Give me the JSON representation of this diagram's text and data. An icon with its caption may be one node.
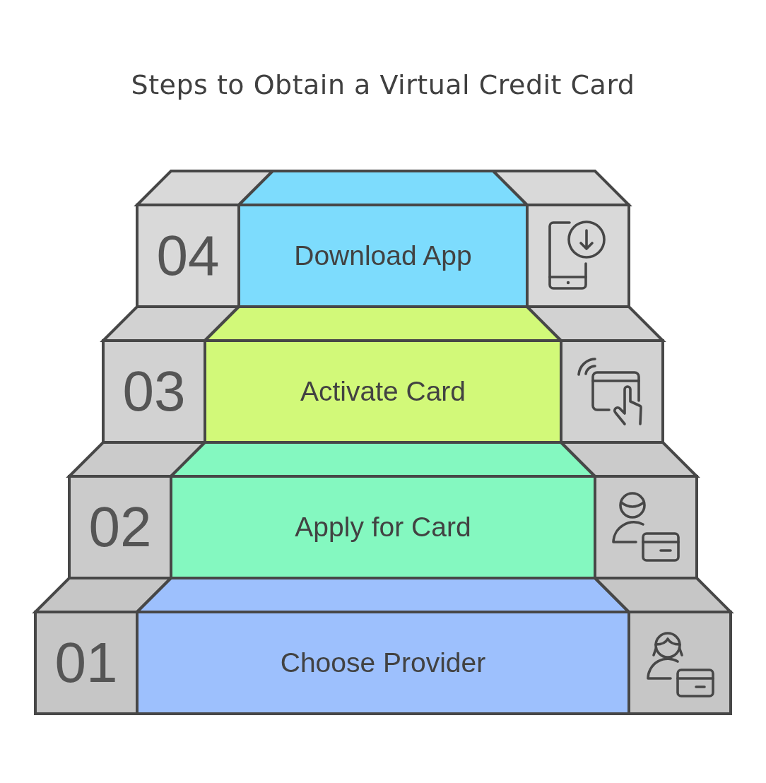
{
  "diagram": {
    "title": "Steps to Obtain a Virtual Credit Card",
    "nodes": [
      {
        "text": [
          "04"
        ]
      },
      {
        "text": [
          "Download App"
        ]
      },
      {
        "text": [],
        "shape": "box"
      },
      {
        "text": [
          "03"
        ]
      },
      {
        "text": [
          "Activate Card"
        ]
      },
      {
        "text": [],
        "shape": "box"
      },
      {
        "text": [
          "02"
        ]
      },
      {
        "text": [
          "Apply for Card"
        ]
      },
      {
        "text": [],
        "shape": "box"
      },
      {
        "text": [
          "01"
        ]
      },
      {
        "text": [
          "Choose Provider"
        ]
      },
      {
        "text": [],
        "shape": "box"
      }
    ]
  }
}
